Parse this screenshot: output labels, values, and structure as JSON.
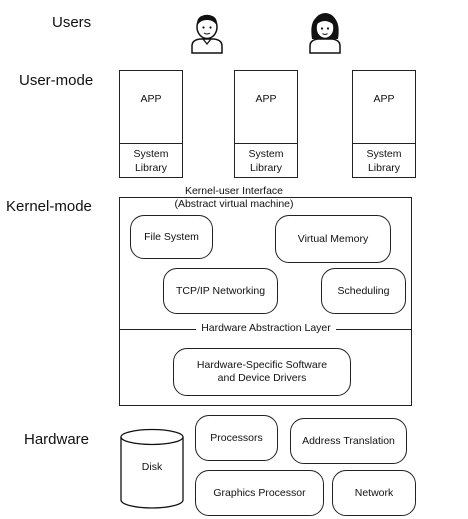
{
  "layers": {
    "users": "Users",
    "user_mode": "User-mode",
    "kernel_mode": "Kernel-mode",
    "hardware": "Hardware"
  },
  "apps": [
    {
      "app": "APP",
      "library": "System Library"
    },
    {
      "app": "APP",
      "library": "System Library"
    },
    {
      "app": "APP",
      "library": "System Library"
    }
  ],
  "kernel": {
    "interface_line1": "Kernel-user Interface",
    "interface_line2": "(Abstract virtual machine)",
    "file_system": "File System",
    "virtual_memory": "Virtual Memory",
    "tcpip": "TCP/IP Networking",
    "scheduling": "Scheduling",
    "hal": "Hardware Abstraction Layer",
    "drivers_line1": "Hardware-Specific Software",
    "drivers_line2": "and Device Drivers"
  },
  "hardware": {
    "disk": "Disk",
    "processors": "Processors",
    "address_translation": "Address Translation",
    "graphics": "Graphics Processor",
    "network": "Network"
  },
  "icons": [
    "male-user-icon",
    "female-user-icon"
  ]
}
